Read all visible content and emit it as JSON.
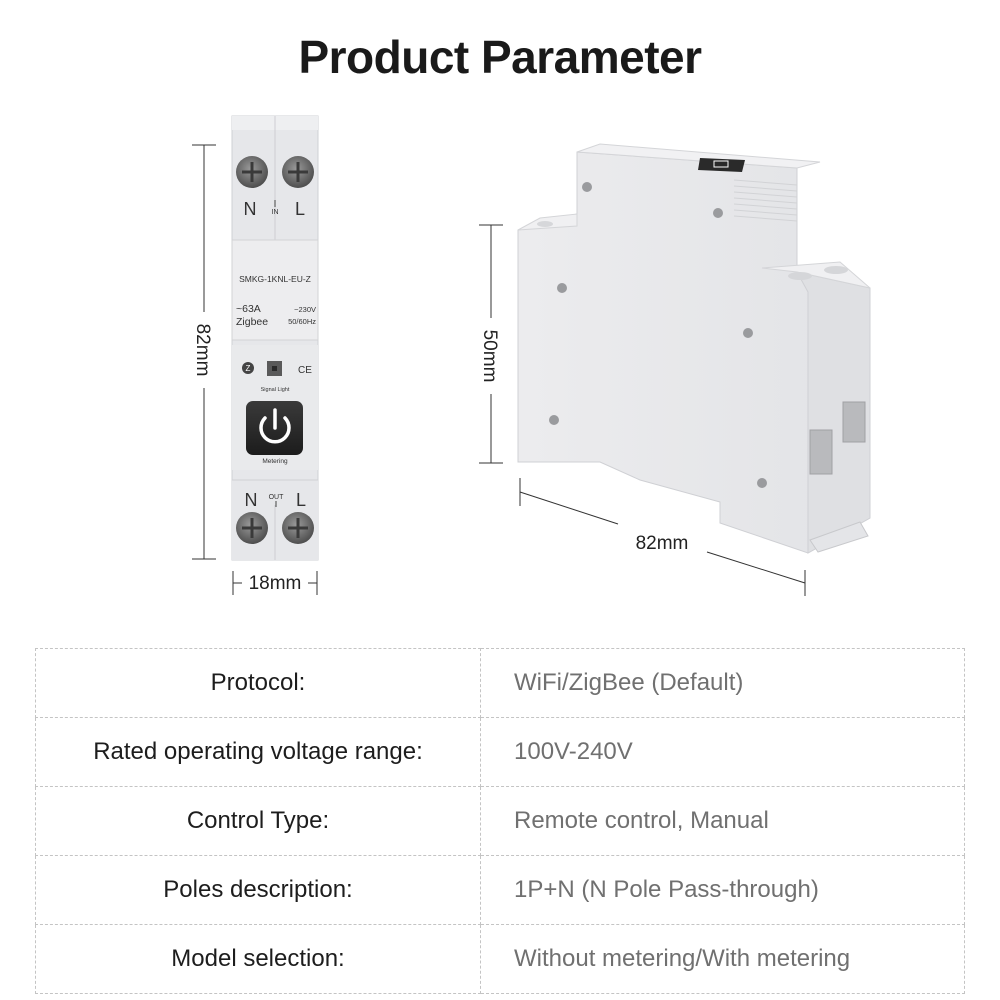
{
  "page": {
    "title": "Product Parameter"
  },
  "front_view": {
    "terminal_in_n": "N",
    "terminal_in_l": "L",
    "in_label": "IN",
    "model": "SMKG-1KNL-EU-Z",
    "current": "~63A",
    "protocol_label": "Zigbee",
    "voltage": "~230V",
    "frequency": "50/60Hz",
    "zigbee_mark": "Z",
    "ce_mark": "CE",
    "signal_light_label": "Signal Light",
    "metering_label": "Metering",
    "terminal_out_n": "N",
    "terminal_out_l": "L",
    "out_label": "OUT",
    "height_dim": "82mm",
    "width_dim": "18mm"
  },
  "side_view": {
    "height_dim": "50mm",
    "depth_dim": "82mm"
  },
  "spec_table": {
    "rows": [
      {
        "label": "Protocol:",
        "value": "WiFi/ZigBee (Default)"
      },
      {
        "label": "Rated operating voltage range:",
        "value": "100V-240V"
      },
      {
        "label": "Control Type:",
        "value": "Remote control, Manual"
      },
      {
        "label": "Poles description:",
        "value": "1P+N (N Pole Pass-through)"
      },
      {
        "label": "Model selection:",
        "value": "Without metering/With metering"
      }
    ]
  },
  "colors": {
    "device_body": "#e9eaec",
    "button": "#2b2b2b",
    "screw": "#6e6e6e",
    "text_label": "#1d1d1d",
    "text_value": "#707070"
  }
}
